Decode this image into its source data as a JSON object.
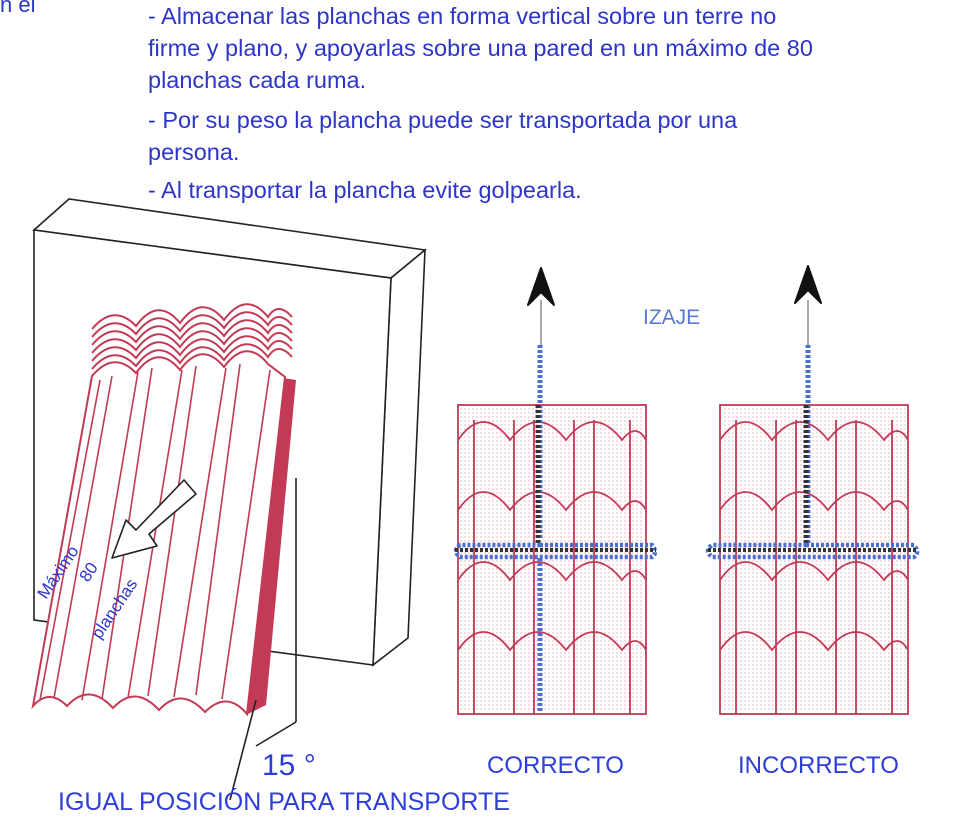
{
  "corner_text": "n el",
  "instructions": [
    "- Almacenar las planchas en forma vertical sobre un terre no",
    "firme y plano, y apoyarlas sobre una pared en un  máximo de 80",
    "planchas cada ruma.",
    "- Por su peso la plancha puede ser transportada por una",
    "persona.",
    "- Al transportar la plancha evite golpearla."
  ],
  "stack_label": {
    "line1": "Máximo",
    "line2": "80",
    "line3": "planchas"
  },
  "angle_label": "15 °",
  "lift_label": "IZAJE",
  "correct_label": "CORRECTO",
  "incorrect_label": "INCORRECTO",
  "bottom_caption": "IGUAL POSICIÓN PARA TRANSPORTE",
  "colors": {
    "text": "#2d35c9",
    "sheet_red": "#c23a55",
    "rope_blue": "#4a6fcf",
    "rope_dark": "#333333"
  }
}
